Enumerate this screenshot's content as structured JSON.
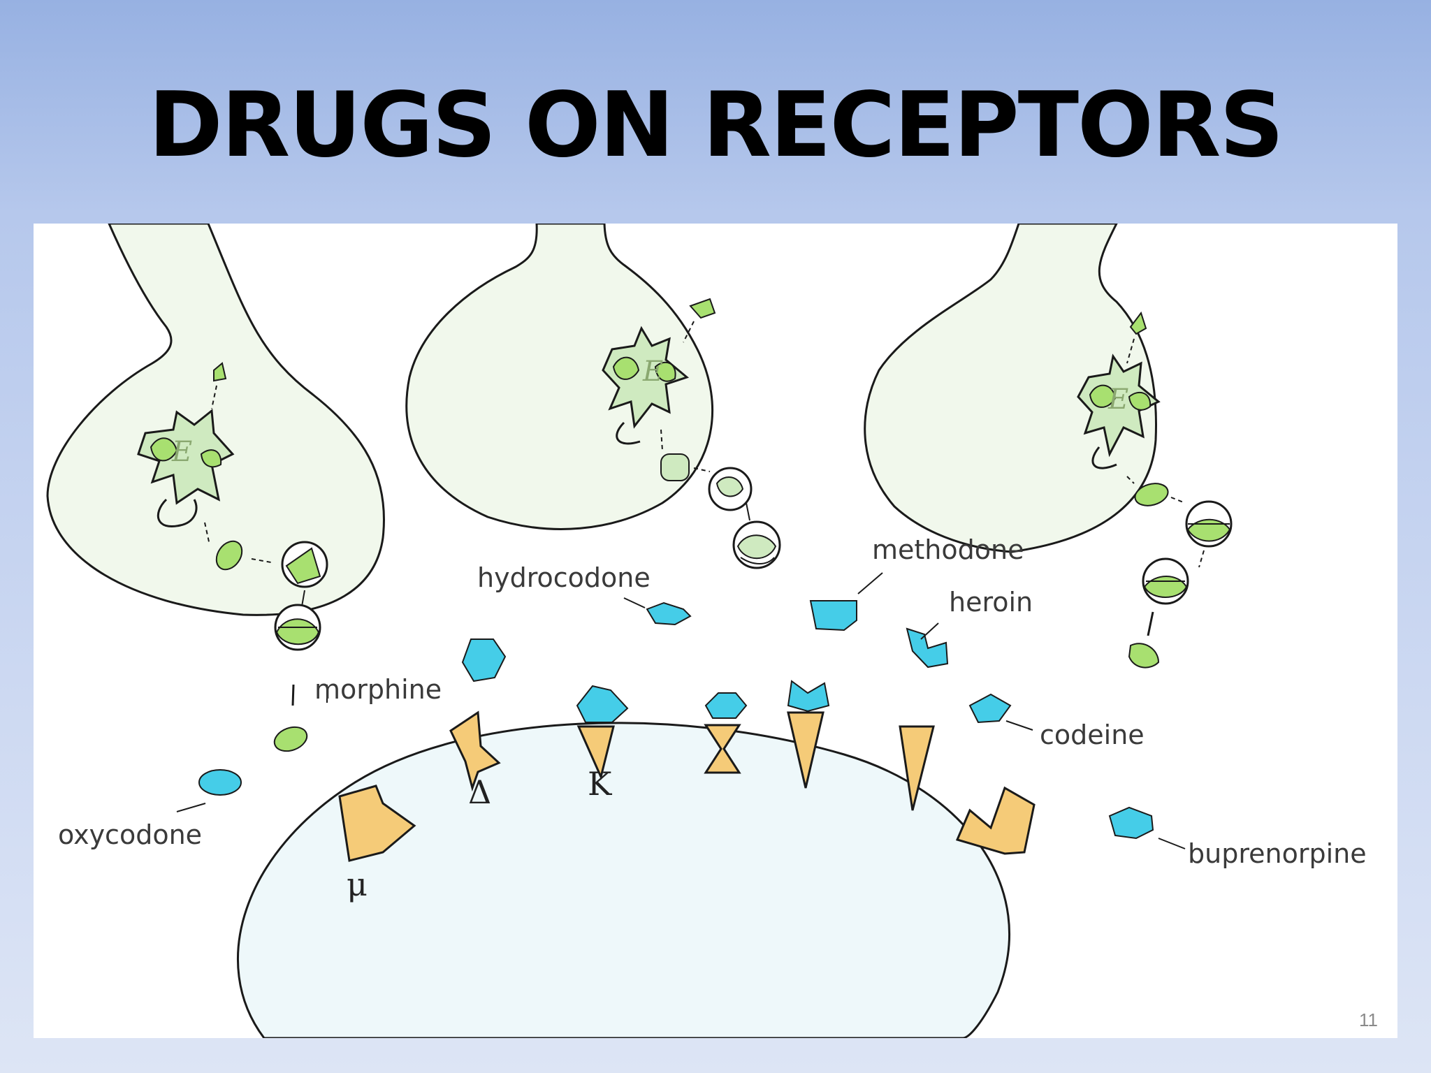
{
  "slide": {
    "title": "DRUGS ON RECEPTORS",
    "number": "11"
  },
  "diagram": {
    "enzyme_label": "E",
    "receptor_labels": {
      "mu": "μ",
      "delta": "Δ",
      "kappa": "K"
    },
    "drug_labels": {
      "oxycodone": "oxycodone",
      "morphine": "morphine",
      "hydrocodone": "hydrocodone",
      "methodone": "methodone",
      "heroin": "heroin",
      "codeine": "codeine",
      "buprenorpine": "buprenorpine"
    },
    "colors": {
      "drug": "#45cde8",
      "receptor": "#f5cb78",
      "neurotransmitter": "#a8e070",
      "enzyme": "#cfeac0",
      "outline": "#1a1a1a"
    }
  }
}
